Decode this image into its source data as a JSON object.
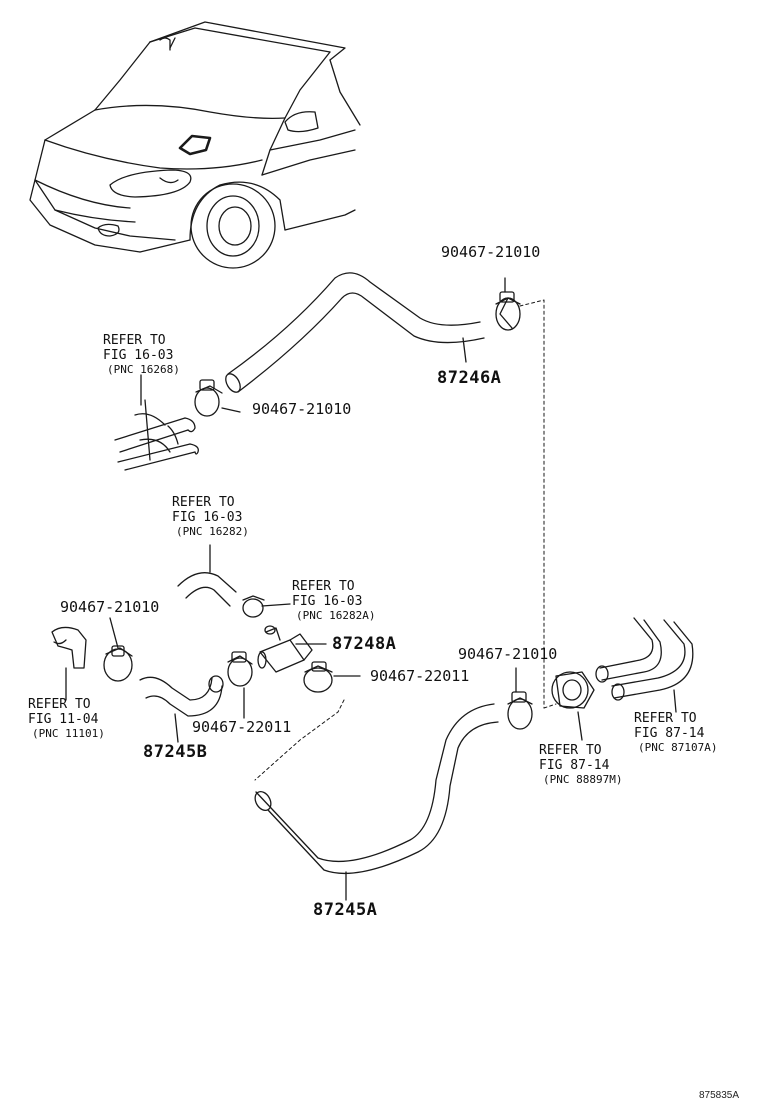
{
  "figure_id": "875835A",
  "colors": {
    "line": "#1a1a1a",
    "background": "#ffffff"
  },
  "labels": {
    "clamp_top": "90467-21010",
    "hose_top": "87246A",
    "ref_top_l1": "REFER TO",
    "ref_top_l2": "FIG 16-03",
    "ref_top_l3": "(PNC 16268)",
    "clamp_upper_left": "90467-21010",
    "ref_mid_l1": "REFER TO",
    "ref_mid_l2": "FIG 16-03",
    "ref_mid_l3": "(PNC 16282)",
    "ref_mid2_l1": "REFER TO",
    "ref_mid2_l2": "FIG 16-03",
    "ref_mid2_l3": "(PNC 16282A)",
    "clamp_mid_left": "90467-21010",
    "valve": "87248A",
    "clamp_right_mid": "90467-21010",
    "clamp_22011_right": "90467-22011",
    "ref_left_l1": "REFER TO",
    "ref_left_l2": "FIG 11-04",
    "ref_left_l3": "(PNC 11101)",
    "clamp_22011_left": "90467-22011",
    "hose_b": "87245B",
    "ref_r1_l1": "REFER TO",
    "ref_r1_l2": "FIG 87-14",
    "ref_r1_l3": "(PNC 87107A)",
    "ref_r2_l1": "REFER TO",
    "ref_r2_l2": "FIG 87-14",
    "ref_r2_l3": "(PNC 88897M)",
    "hose_a": "87245A"
  }
}
